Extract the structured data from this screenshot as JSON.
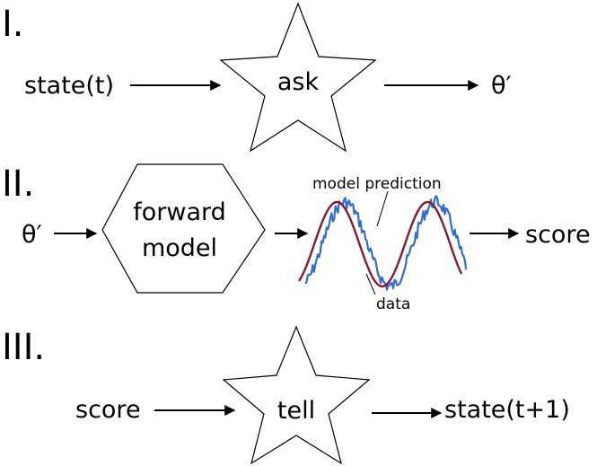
{
  "steps": {
    "one": {
      "numeral": "I.",
      "input": "state(t)",
      "action": "ask",
      "output": "θ′"
    },
    "two": {
      "numeral": "II.",
      "input": "θ′",
      "model_line1": "forward",
      "model_line2": "model",
      "prediction_label": "model prediction",
      "data_label": "data",
      "output": "score"
    },
    "three": {
      "numeral": "III.",
      "input": "score",
      "action": "tell",
      "output": "state(t+1)"
    }
  },
  "colors": {
    "prediction": "#8b1a2e",
    "data": "#2f6fd8",
    "ink": "#000000"
  }
}
